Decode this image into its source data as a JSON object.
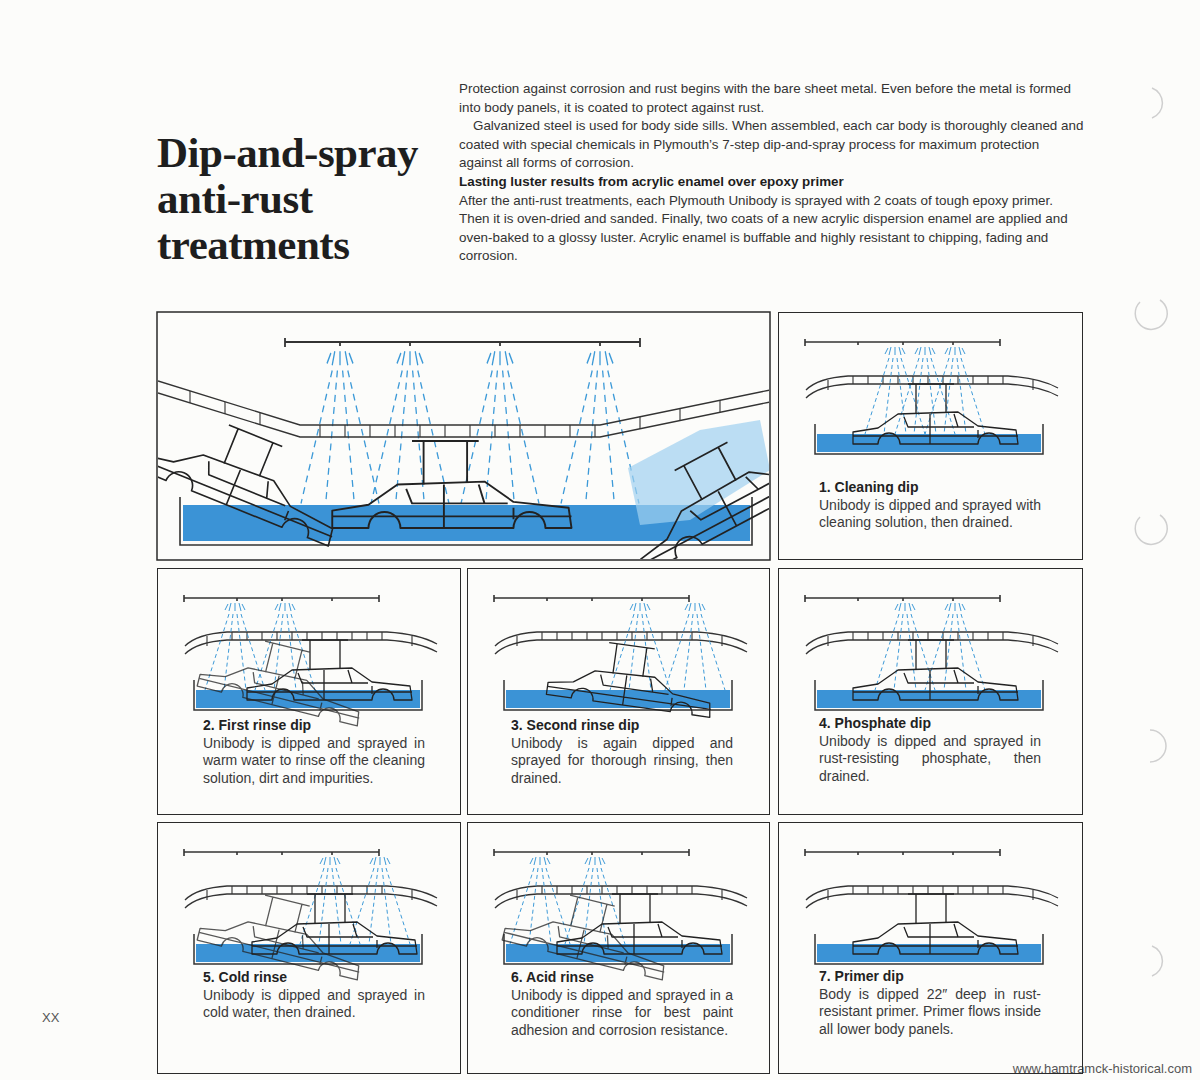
{
  "diagram": {
    "title": "Dip-and-spray anti-rust treatments",
    "nodes": [
      {
        "text": [
          "1. Cleaning dip",
          "Unibody is dipped and sprayed with cleaning solution, then drained."
        ]
      },
      {
        "text": [
          "2. First rinse dip",
          "Unibody is dipped and sprayed in warm water to rinse off the cleaning solution, dirt and impurities."
        ]
      },
      {
        "text": [
          "3. Second rinse dip",
          "Unibody is again dipped and sprayed for thorough rinsing, then drained."
        ]
      },
      {
        "text": [
          "4. Phosphate dip",
          "Unibody is dipped and sprayed in rust-resisting phosphate, then drained."
        ]
      },
      {
        "text": [
          "5. Cold rinse",
          "Unibody is dipped and sprayed in cold water, then drained."
        ]
      },
      {
        "text": [
          "6. Acid rinse",
          "Unibody is dipped and sprayed in a conditioner rinse for best paint adhesion and corrosion resistance."
        ]
      },
      {
        "text": [
          "7. Primer dip",
          "Body is dipped 22″ deep in rust-resistant primer. Primer flows inside all lower body panels."
        ]
      }
    ],
    "labels": [
      "Protection against corrosion and rust begins with the bare sheet metal. Even before the metal is formed into body panels, it is coated to protect against rust.",
      "Galvanized steel is used for body side sills. When assembled, each car body is thoroughly cleaned and coated with special chemicals in Plymouth’s 7-step dip-and-spray process for maximum protection against all forms of corrosion.",
      "Lasting luster results from acrylic enamel over epoxy primer",
      "After the anti-rust treatments, each Plymouth Unibody is sprayed with 2 coats of tough epoxy primer. Then it is oven-dried and sanded. Finally, two coats of a new acrylic dispersion enamel are applied and oven-baked to a glossy luster. Acrylic enamel is buffable and highly resistant to chipping, fading and corrosion.",
      "XX",
      "www.hamtramck-historical.com"
    ]
  }
}
